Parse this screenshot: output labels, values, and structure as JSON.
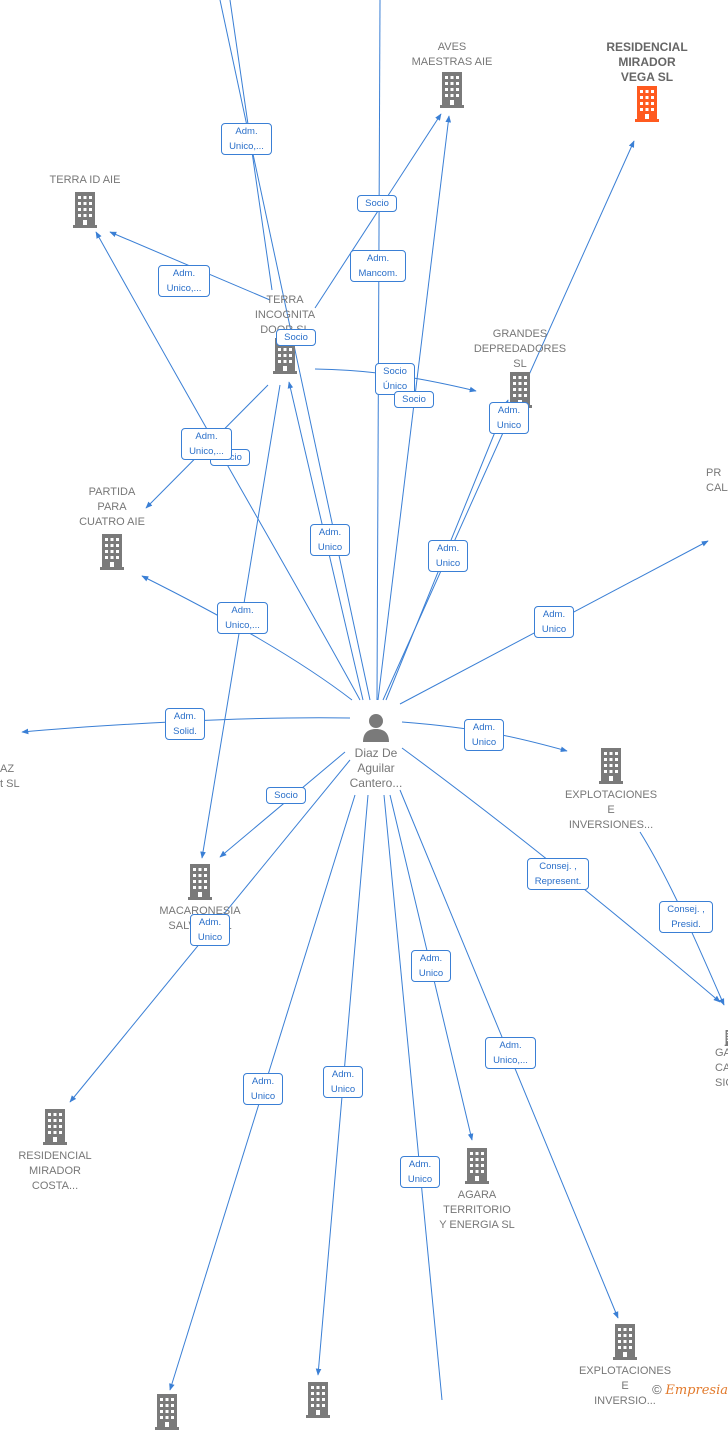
{
  "colors": {
    "edge": "#3a7fd5",
    "building": "#7a7a7a",
    "focus": "#ff5a1f",
    "label_text": "#777777"
  },
  "nodes": {
    "aves": "AVES\nMAESTRAS  AIE",
    "residencial_vega": "RESIDENCIAL\nMIRADOR\nVEGA  SL",
    "terra_id": "TERRA ID  AIE",
    "terra_incognita": "TERRA\nINCOGNITA\nDOOR SL",
    "grandes": "GRANDES\nDEPREDADORES\nSL",
    "partida": "PARTIDA\nPARA\nCUATRO  AIE",
    "pr_cala": "PR\nCALA",
    "az_sl": "AZ\nt  SL",
    "explotaciones_1": "EXPLOTACIONES\nE\nINVERSIONES...",
    "macaronesia": "MACARONESIA\nSALVAJE  SL",
    "residencial_costa": "RESIDENCIAL\nMIRADOR\nCOSTA...",
    "agara": "AGARA\nTERRITORIO\nY ENERGIA  SL",
    "ga_ca_sic": "GA\nCA\nSIC",
    "explotaciones_2": "EXPLOTACIONES\nE\nINVERSIO..."
  },
  "person": {
    "name": "Diaz De\nAguilar\nCantero..."
  },
  "relations": {
    "r1": "Adm.\nUnico,...",
    "r2": "Socio",
    "r3": "Adm.\nMancom.",
    "r4": "Adm.\nUnico,...",
    "r5": "Socio",
    "r6": "Socio\nÚnico",
    "r7": "Socio",
    "r8": "Adm.\nUnico",
    "r9": "Socio",
    "r10": "Adm.\nUnico,...",
    "r11": "Adm.\nUnico",
    "r12": "Adm.\nUnico",
    "r13": "Adm.\nUnico",
    "r14": "Adm.\nUnico,...",
    "r15": "Adm.\nSolid.",
    "r16": "Adm.\nUnico",
    "r17": "Socio",
    "r18": "Consej. ,\nRepresent.",
    "r19": "Consej. ,\nPresid.",
    "r20": "Adm.\nUnico",
    "r21": "Adm.\nUnico",
    "r22": "Adm.\nUnico,...",
    "r23": "Adm.\nUnico",
    "r24": "Adm.\nUnico",
    "r25": "Adm.\nUnico"
  },
  "footer": {
    "copyright": "©",
    "brand": "Empresia"
  }
}
